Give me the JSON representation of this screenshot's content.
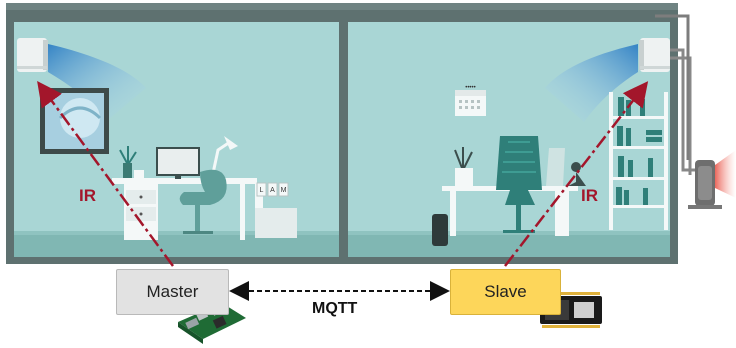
{
  "diagram": {
    "nodes": {
      "master": {
        "label": "Master"
      },
      "slave": {
        "label": "Slave"
      }
    },
    "links": {
      "protocol": "MQTT",
      "ir_left": "IR",
      "ir_right": "IR"
    },
    "calendar_tag": "•••••",
    "tag_letters": [
      "L",
      "A",
      "M"
    ]
  },
  "colors": {
    "wall": "#a9d6d5",
    "wall_frame": "#5e7170",
    "floor": "#80b7b3",
    "ir_arrow": "#a3162b",
    "master_box": "#e2e2e2",
    "slave_box": "#fdd65a",
    "furniture_dark": "#2f7f79",
    "furniture_light": "#f4f8f8"
  },
  "icons": [
    "air-conditioner-icon",
    "raspberry-pi-icon",
    "esp-board-icon",
    "outdoor-unit-icon"
  ]
}
